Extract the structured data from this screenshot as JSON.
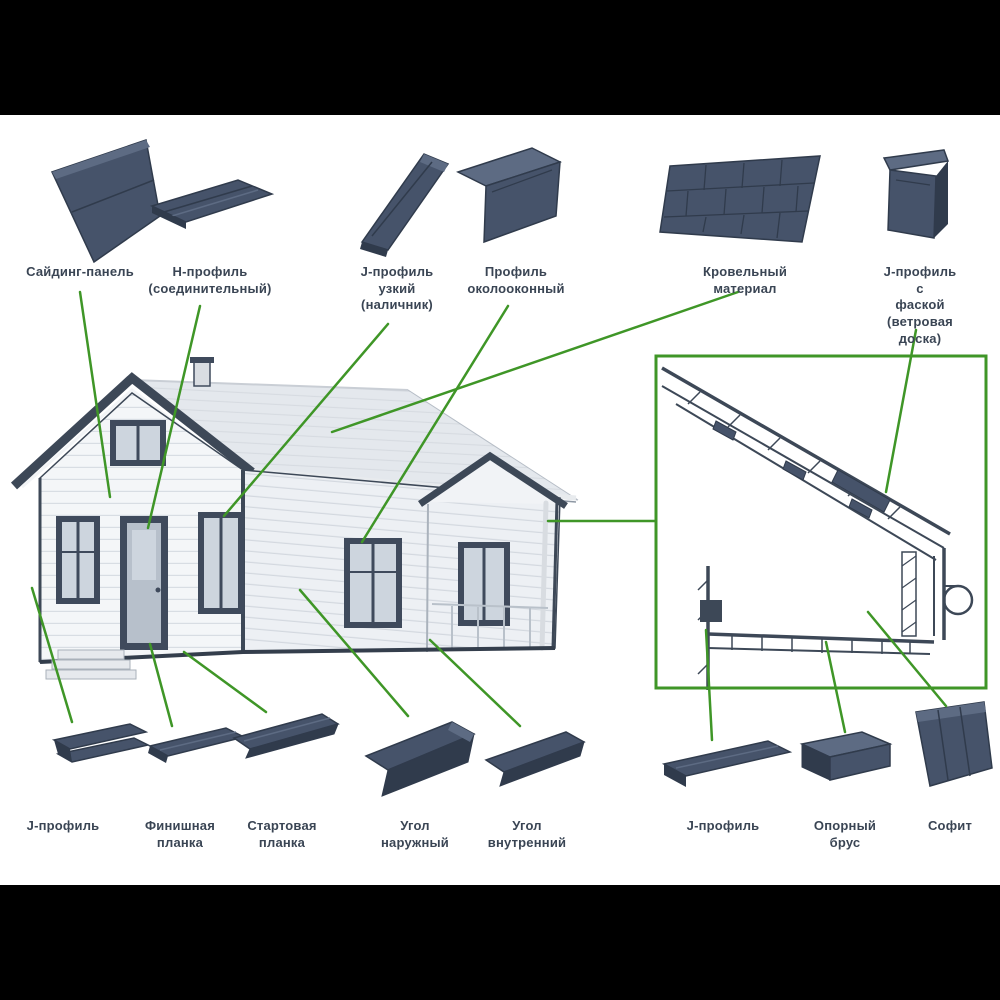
{
  "colors": {
    "accent_green": "#3f9627",
    "part_navy": "#46536a",
    "part_navy_dark": "#303b4c",
    "part_navy_light": "#5d6b83",
    "label_text": "#3a4554",
    "background": "#ffffff",
    "letterbox": "#000000"
  },
  "icons": {
    "top": [
      "siding-panel-icon",
      "h-profile-icon",
      "j-profile-narrow-icon",
      "window-surround-profile-icon",
      "roof-material-icon",
      "j-profile-chamfer-icon"
    ],
    "bottom": [
      "j-profile-icon",
      "finish-strip-icon",
      "start-strip-icon",
      "outer-corner-icon",
      "inner-corner-icon",
      "j-profile-2-icon",
      "support-beam-icon",
      "soffit-icon"
    ],
    "center": [
      "house-illustration",
      "eave-detail-inset"
    ]
  },
  "labels": {
    "top": [
      {
        "id": "siding-panel",
        "text": "Сайдинг-панель"
      },
      {
        "id": "h-profile",
        "text": "Н-профиль\n(соединительный)"
      },
      {
        "id": "j-profile-narrow",
        "text": "J-профиль\nузкий\n(наличник)"
      },
      {
        "id": "window-profile",
        "text": "Профиль\nоколооконный"
      },
      {
        "id": "roof-material",
        "text": "Кровельный\nматериал"
      },
      {
        "id": "j-profile-chamfer",
        "text": "J-профиль с\nфаской\n(ветровая доска)"
      }
    ],
    "bottom": [
      {
        "id": "j-profile",
        "text": "J-профиль"
      },
      {
        "id": "finish-strip",
        "text": "Финишная\nпланка"
      },
      {
        "id": "start-strip",
        "text": "Стартовая\nпланка"
      },
      {
        "id": "outer-corner",
        "text": "Угол\nнаружный"
      },
      {
        "id": "inner-corner",
        "text": "Угол\nвнутренний"
      },
      {
        "id": "j-profile-2",
        "text": "J-профиль"
      },
      {
        "id": "support-beam",
        "text": "Опорный\nбрус"
      },
      {
        "id": "soffit",
        "text": "Софит"
      }
    ]
  }
}
